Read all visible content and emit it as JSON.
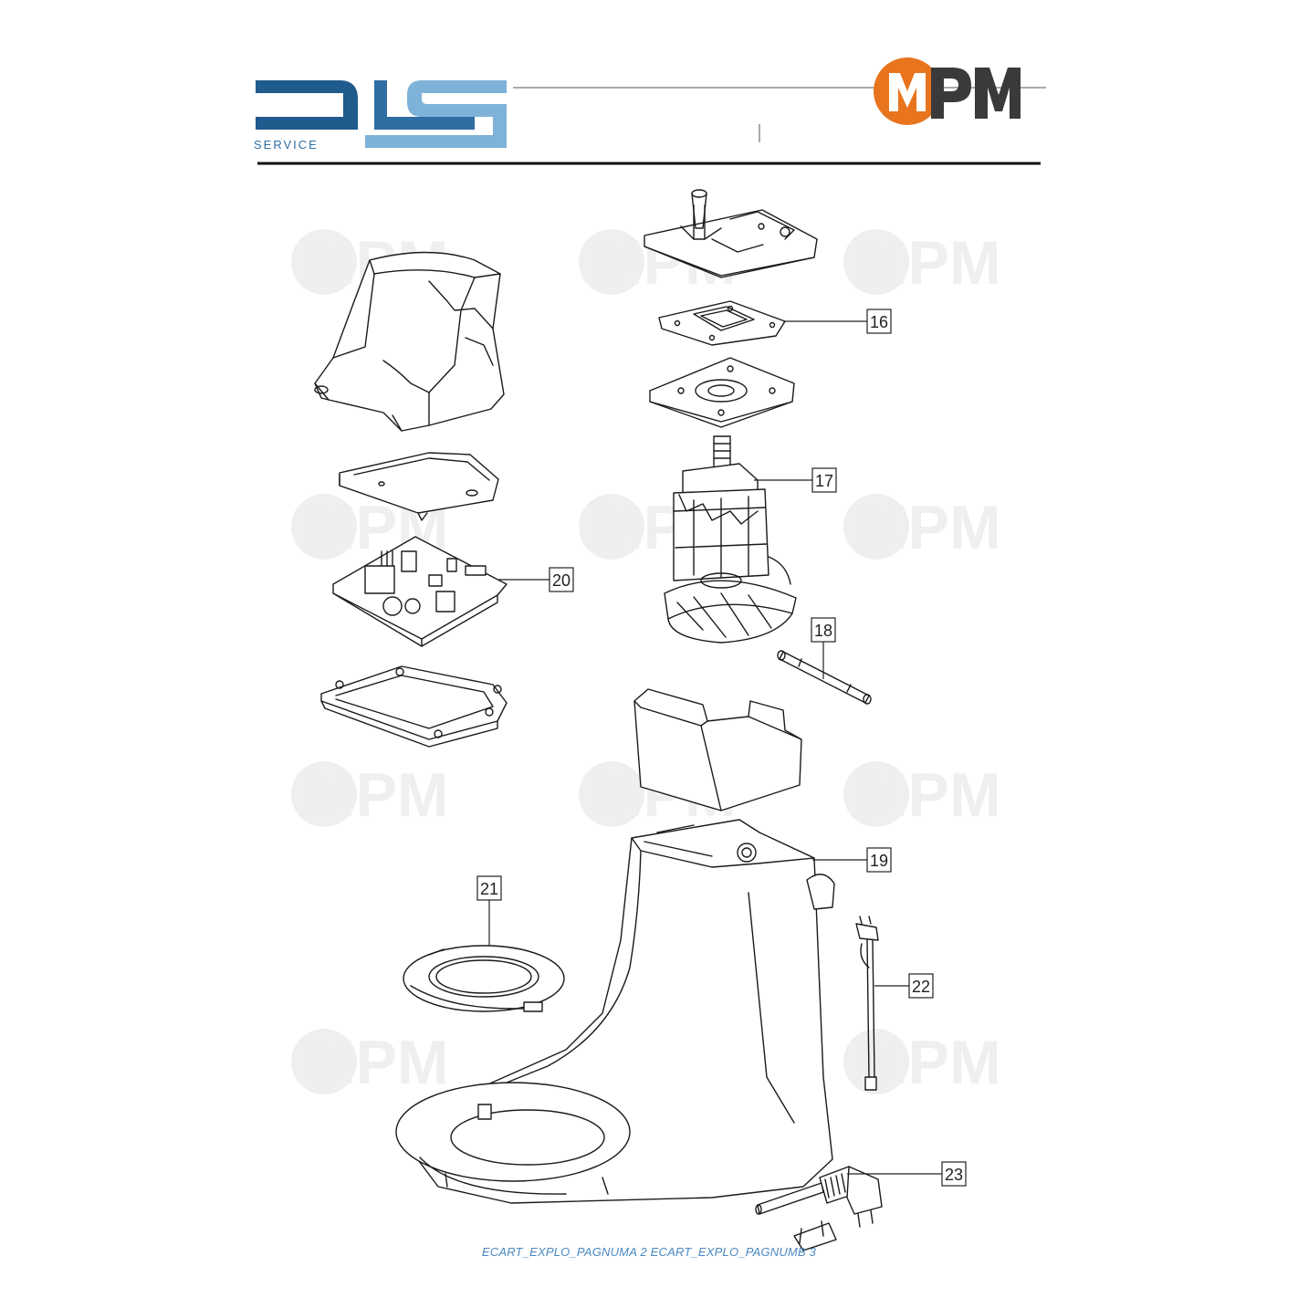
{
  "header": {
    "brand_left": {
      "name": "DLS",
      "subtitle": "SERVICE",
      "color_dark": "#1f5b8c",
      "color_light": "#7fb2d9"
    },
    "brand_right": {
      "name": "MPM",
      "accent": "#e8741e",
      "text_color": "#3a3a3a"
    }
  },
  "watermark": {
    "text": "MPM"
  },
  "callouts": [
    {
      "id": "callout-16",
      "label": "16"
    },
    {
      "id": "callout-17",
      "label": "17"
    },
    {
      "id": "callout-18",
      "label": "18"
    },
    {
      "id": "callout-19",
      "label": "19"
    },
    {
      "id": "callout-20",
      "label": "20"
    },
    {
      "id": "callout-21",
      "label": "21"
    },
    {
      "id": "callout-22",
      "label": "22"
    },
    {
      "id": "callout-23",
      "label": "23"
    }
  ],
  "footer": {
    "text": "ECART_EXPLO_PAGNUMA 2 ECART_EXPLO_PAGNUMB 3"
  }
}
